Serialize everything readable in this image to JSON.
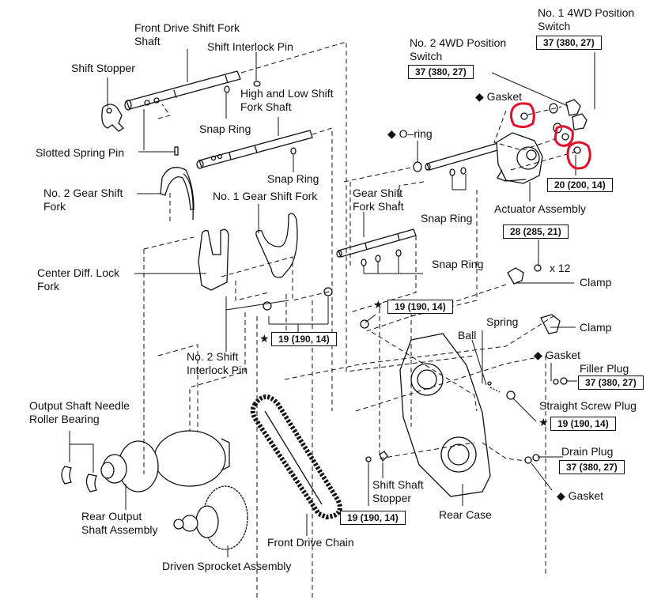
{
  "diagram": {
    "title": "Transfer case rear case exploded view",
    "parts": {
      "front_drive_shift_fork_shaft": [
        "Front Drive Shift Fork",
        "Shaft"
      ],
      "shift_interlock_pin": "Shift Interlock Pin",
      "shift_stopper": "Shift Stopper",
      "high_low_shift_fork_shaft": [
        "High and Low Shift",
        "Fork Shaft"
      ],
      "snap_ring_1": "Snap Ring",
      "snap_ring_2": "Snap Ring",
      "snap_ring_3": "Snap Ring",
      "snap_ring_4": "Snap Ring",
      "slotted_spring_pin": "Slotted Spring Pin",
      "no2_gear_shift_fork": [
        "No. 2 Gear Shift",
        "Fork"
      ],
      "no1_gear_shift_fork": "No. 1 Gear Shift Fork",
      "gear_shift_fork_shaft": [
        "Gear Shift",
        "Fork Shaft"
      ],
      "center_diff_lock_fork": [
        "Center Diff. Lock",
        "Fork"
      ],
      "no2_shift_interlock_pin": [
        "No. 2 Shift",
        "Interlock Pin"
      ],
      "no1_4wd_switch": [
        "No. 1 4WD Position",
        "Switch"
      ],
      "no2_4wd_switch": [
        "No. 2 4WD Position",
        "Switch"
      ],
      "gasket_top": "Gasket",
      "o_ring": "O–ring",
      "actuator_assembly": "Actuator Assembly",
      "clamp_1": "Clamp",
      "clamp_2": "Clamp",
      "bolt_count": "x 12",
      "ball": "Ball",
      "spring": "Spring",
      "gasket_filler": "Gasket",
      "filler_plug": "Filler Plug",
      "straight_screw_plug": "Straight Screw Plug",
      "drain_plug": "Drain Plug",
      "gasket_drain": "Gasket",
      "output_shaft_needle_roller_bearing": [
        "Output Shaft Needle",
        "Roller Bearing"
      ],
      "rear_output_shaft_assembly": [
        "Rear Output",
        "Shaft Assembly"
      ],
      "driven_sprocket_assembly": "Driven Sprocket Assembly",
      "front_drive_chain": "Front Drive Chain",
      "shift_shaft_stopper": [
        "Shift Shaft",
        "Stopper"
      ],
      "rear_case": "Rear Case"
    },
    "torque_specs": {
      "no1_4wd_switch": "37 (380, 27)",
      "no2_4wd_switch": "37 (380, 27)",
      "actuator_bolt": "20 (200, 14)",
      "case_bolts": "28 (285, 21)",
      "detent_plug": "19 (190, 14)",
      "interlock_plugs": "19 (190, 14)",
      "filler_plug": "37 (380, 27)",
      "straight_screw_plug": "19 (190, 14)",
      "drain_plug": "37 (380, 27)",
      "shift_shaft_stopper": "19 (190, 14)"
    },
    "symbols": {
      "non_reusable": "◆",
      "sealant": "★"
    },
    "highlight_color": "#e0102a"
  }
}
